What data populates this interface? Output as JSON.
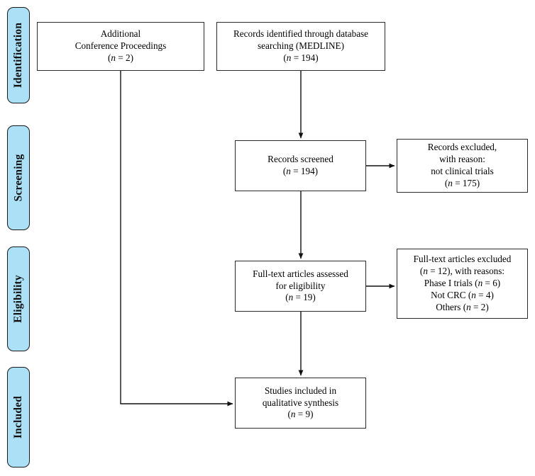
{
  "diagram": {
    "title": "PRISMA study selection flow diagram",
    "accent_color": "#ace0f7",
    "border_color": "#2b2b2b",
    "background_color": "#ffffff"
  },
  "stages": [
    {
      "id": "identification",
      "label": "Identification"
    },
    {
      "id": "screening",
      "label": "Screening"
    },
    {
      "id": "eligibility",
      "label": "Eligibility"
    },
    {
      "id": "included",
      "label": "Included"
    }
  ],
  "boxes": {
    "additional_sources": {
      "text": "Additional\nConference Proceedings\n(n = 2)",
      "count": 2
    },
    "database_records": {
      "text": "Records identified through database\nsearching (MEDLINE)\n(n = 194)",
      "count": 194,
      "database": "MEDLINE"
    },
    "records_screened": {
      "text": "Records screened\n(n = 194)",
      "count": 194
    },
    "records_excluded": {
      "text": "Records excluded,\nwith reason:\nnot clinical trials\n(n = 175)",
      "count": 175,
      "reason": "not clinical trials"
    },
    "fulltext_assessed": {
      "text": "Full-text articles assessed\nfor eligibility\n(n = 19)",
      "count": 19
    },
    "fulltext_excluded": {
      "text": "Full-text articles excluded\n(n = 12), with reasons:\nPhase I trials (n = 6)\nNot CRC (n = 4)\nOthers (n = 2)",
      "count": 12,
      "reasons": [
        {
          "label": "Phase I trials",
          "count": 6
        },
        {
          "label": "Not CRC",
          "count": 4
        },
        {
          "label": "Others",
          "count": 2
        }
      ]
    },
    "studies_included": {
      "text": "Studies included in\nqualitative synthesis\n(n = 9)",
      "count": 9
    }
  },
  "chart_data": {
    "type": "diagram",
    "title": "PRISMA flow diagram",
    "nodes": [
      {
        "id": "additional_sources",
        "stage": "identification",
        "label": "Additional Conference Proceedings",
        "n": 2
      },
      {
        "id": "database_records",
        "stage": "identification",
        "label": "Records identified through database searching (MEDLINE)",
        "n": 194
      },
      {
        "id": "records_screened",
        "stage": "screening",
        "label": "Records screened",
        "n": 194
      },
      {
        "id": "records_excluded",
        "stage": "screening",
        "label": "Records excluded, with reason: not clinical trials",
        "n": 175
      },
      {
        "id": "fulltext_assessed",
        "stage": "eligibility",
        "label": "Full-text articles assessed for eligibility",
        "n": 19
      },
      {
        "id": "fulltext_excluded",
        "stage": "eligibility",
        "label": "Full-text articles excluded, with reasons",
        "n": 12
      },
      {
        "id": "studies_included",
        "stage": "included",
        "label": "Studies included in qualitative synthesis",
        "n": 9
      }
    ],
    "edges": [
      {
        "from": "database_records",
        "to": "records_screened"
      },
      {
        "from": "records_screened",
        "to": "records_excluded"
      },
      {
        "from": "records_screened",
        "to": "fulltext_assessed"
      },
      {
        "from": "fulltext_assessed",
        "to": "fulltext_excluded"
      },
      {
        "from": "fulltext_assessed",
        "to": "studies_included"
      },
      {
        "from": "additional_sources",
        "to": "studies_included"
      }
    ]
  }
}
